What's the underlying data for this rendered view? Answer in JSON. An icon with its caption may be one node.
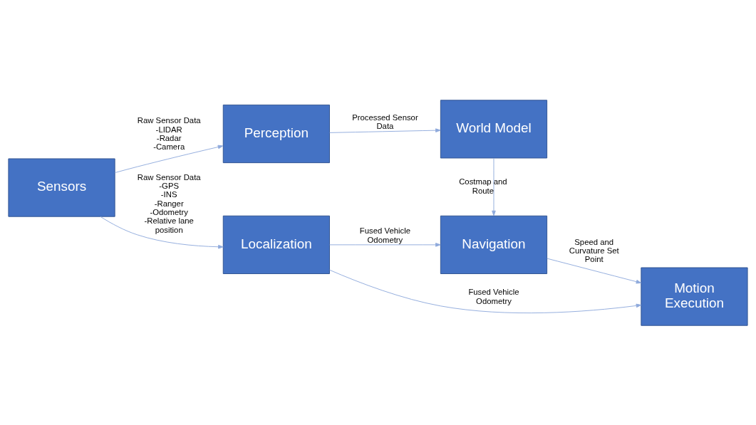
{
  "diagram": {
    "nodes": [
      {
        "text": [
          "Sensors"
        ]
      },
      {
        "text": [
          "Perception"
        ]
      },
      {
        "text": [
          "World Model"
        ]
      },
      {
        "text": [
          "Localization"
        ]
      },
      {
        "text": [
          "Navigation"
        ]
      },
      {
        "text": [
          "Motion Execution"
        ]
      }
    ],
    "edges": [
      {
        "from": 0,
        "to": 1,
        "arrow": "to",
        "label": "Raw Sensor Data -LIDAR -Radar -Camera"
      },
      {
        "from": 0,
        "to": 3,
        "arrow": "to",
        "label": "Raw Sensor Data -GPS -INS -Ranger -Odometry -Relative lane position"
      },
      {
        "from": 1,
        "to": 2,
        "arrow": "to",
        "label": "Processed Sensor Data"
      },
      {
        "from": 2,
        "to": 4,
        "arrow": "to",
        "label": "Costmap and Route"
      },
      {
        "from": 3,
        "to": 4,
        "arrow": "to",
        "label": "Fused Vehicle Odometry"
      },
      {
        "from": 4,
        "to": 5,
        "arrow": "to",
        "label": "Speed and Curvature Set Point"
      },
      {
        "from": 3,
        "to": 5,
        "arrow": "to",
        "label": "Fused Vehicle Odometry"
      }
    ]
  }
}
